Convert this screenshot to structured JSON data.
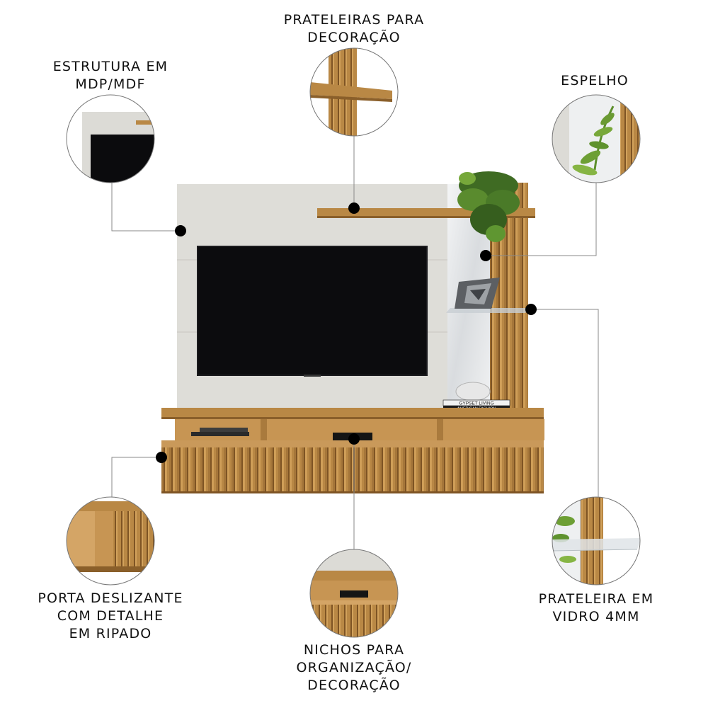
{
  "callouts": {
    "decor_shelves": {
      "line1": "PRATELEIRAS PARA",
      "line2": "DECORAÇÃO"
    },
    "structure": {
      "line1": "ESTRUTURA EM",
      "line2": "MDP/MDF"
    },
    "mirror": {
      "line1": "ESPELHO"
    },
    "sliding_door": {
      "line1": "PORTA DESLIZANTE",
      "line2": "COM DETALHE",
      "line3": "EM RIPADO"
    },
    "niches": {
      "line1": "NICHOS PARA",
      "line2": "ORGANIZAÇÃO/",
      "line3": "DECORAÇÃO"
    },
    "glass_shelf": {
      "line1": "PRATELEIRA EM",
      "line2": "VIDRO 4MM"
    }
  },
  "book_titles": {
    "book1": "GYPSET LIVING",
    "book2": "AMERICAN FASHION"
  },
  "colors": {
    "wood": "#b98845",
    "wood_dark": "#8a5f2a",
    "panel": "#deddd8",
    "tv": "#0c0c0e",
    "mirror": "#e8eaec"
  }
}
